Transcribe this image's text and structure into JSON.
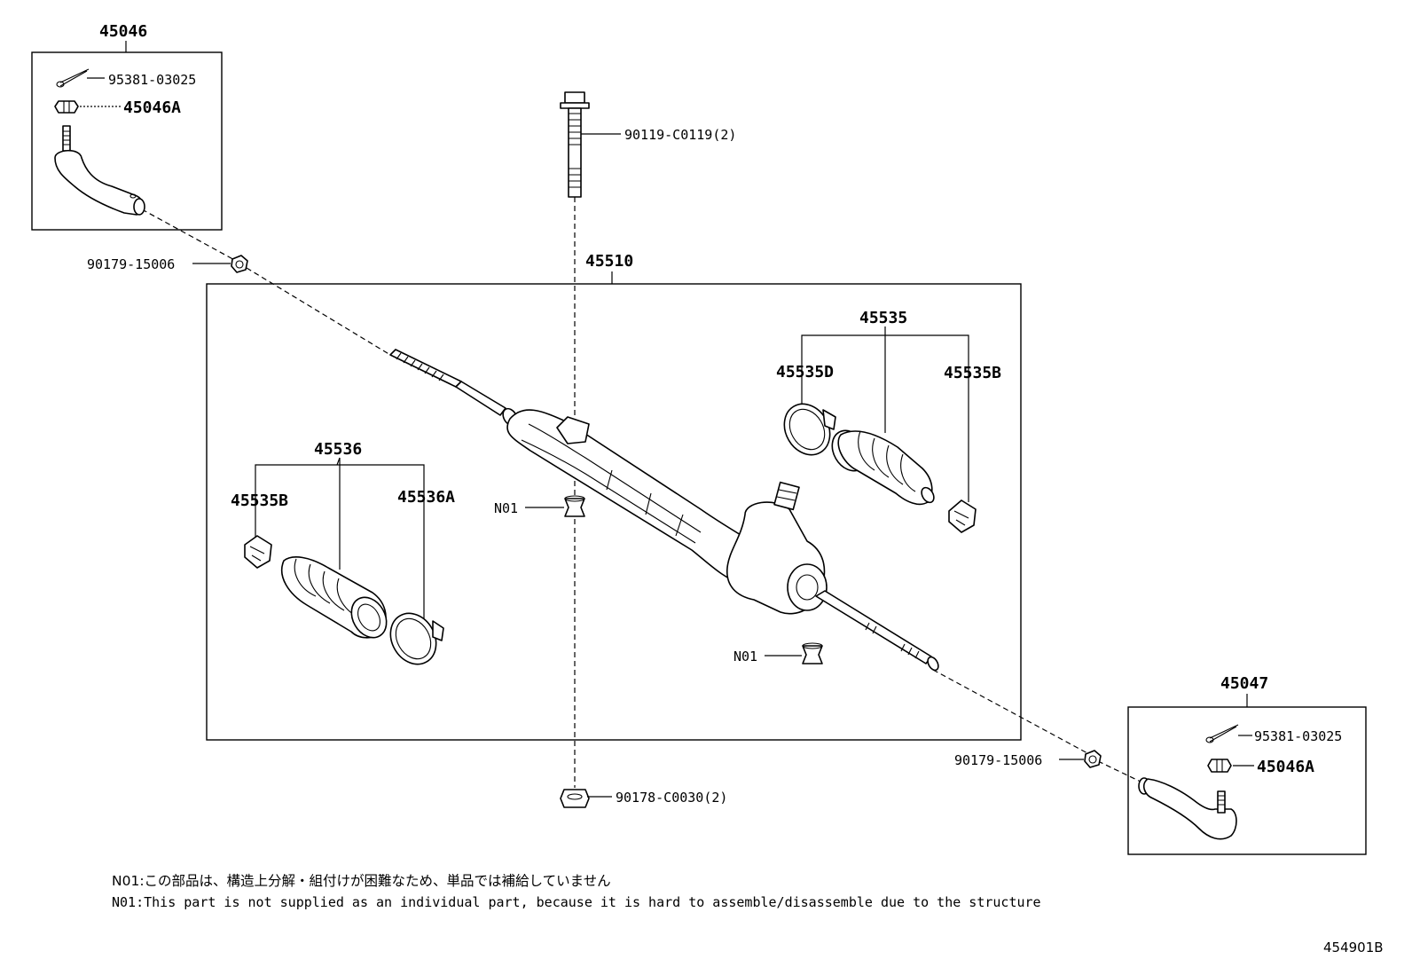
{
  "diagram_id": "454901B",
  "labels": {
    "tie_rod_end_lh": "45046",
    "tie_rod_end_rh": "45047",
    "cotter_pin_lh": "95381-03025",
    "cotter_pin_rh": "95381-03025",
    "nut_lh": "45046A",
    "nut_rh": "45046A",
    "lock_nut_lh": "90179-15006",
    "lock_nut_rh": "90179-15006",
    "bolt": "90119-C0119(2)",
    "bottom_nut": "90178-C0030(2)",
    "rack_assembly": "45510",
    "boot_set_rh": "45535",
    "boot_clamp_d": "45535D",
    "boot_clip_rh": "45535B",
    "boot_set_lh": "45536",
    "boot_clip_lh": "45535B",
    "boot_clamp_a": "45536A",
    "n01_upper": "N01",
    "n01_lower": "N01"
  },
  "notes": {
    "ja": "N01:この部品は、構造上分解・組付けが困難なため、単品では補給していません",
    "en": "N01:This part is not supplied as an individual part, because it is hard to assemble/disassemble due to the structure"
  }
}
